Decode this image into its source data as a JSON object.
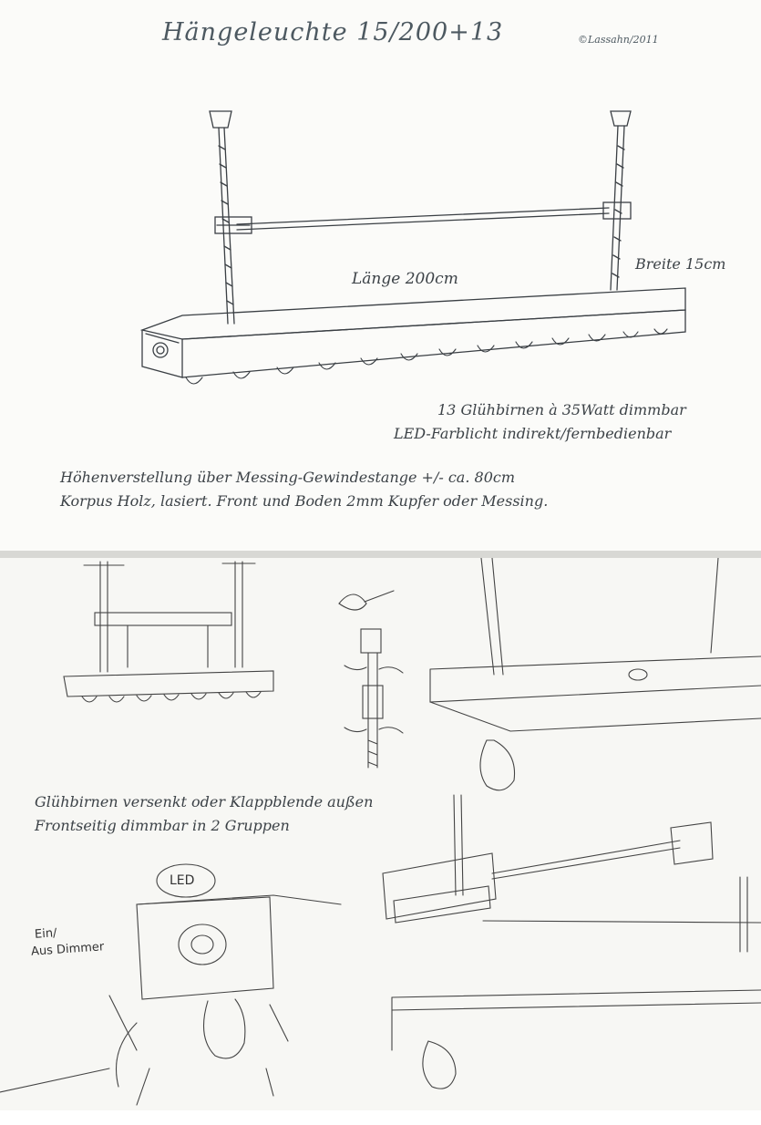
{
  "title": "Hängeleuchte 15/200+13",
  "copyright": "©Lassahn/2011",
  "labels": {
    "length": "Länge 200cm",
    "width": "Breite 15cm"
  },
  "specs": {
    "bulbs": "13 Glühbirnen à 35Watt dimmbar",
    "led": "LED-Farblicht indirekt/fernbedienbar"
  },
  "notes": {
    "height": "Höhenverstellung über Messing-Gewindestange +/- ca. 80cm",
    "body": "Korpus Holz, lasiert. Front und Boden 2mm Kupfer oder Messing."
  },
  "sketch_notes": {
    "bulbs_mount": "Glühbirnen versenkt oder Klappblende außen",
    "dimming": "Frontseitig dimmbar in 2 Gruppen",
    "led_tag": "LED",
    "switch_line1": "Ein/",
    "switch_line2": "Aus Dimmer"
  },
  "bulb_count": 13,
  "ink_color": "#3a3f44"
}
